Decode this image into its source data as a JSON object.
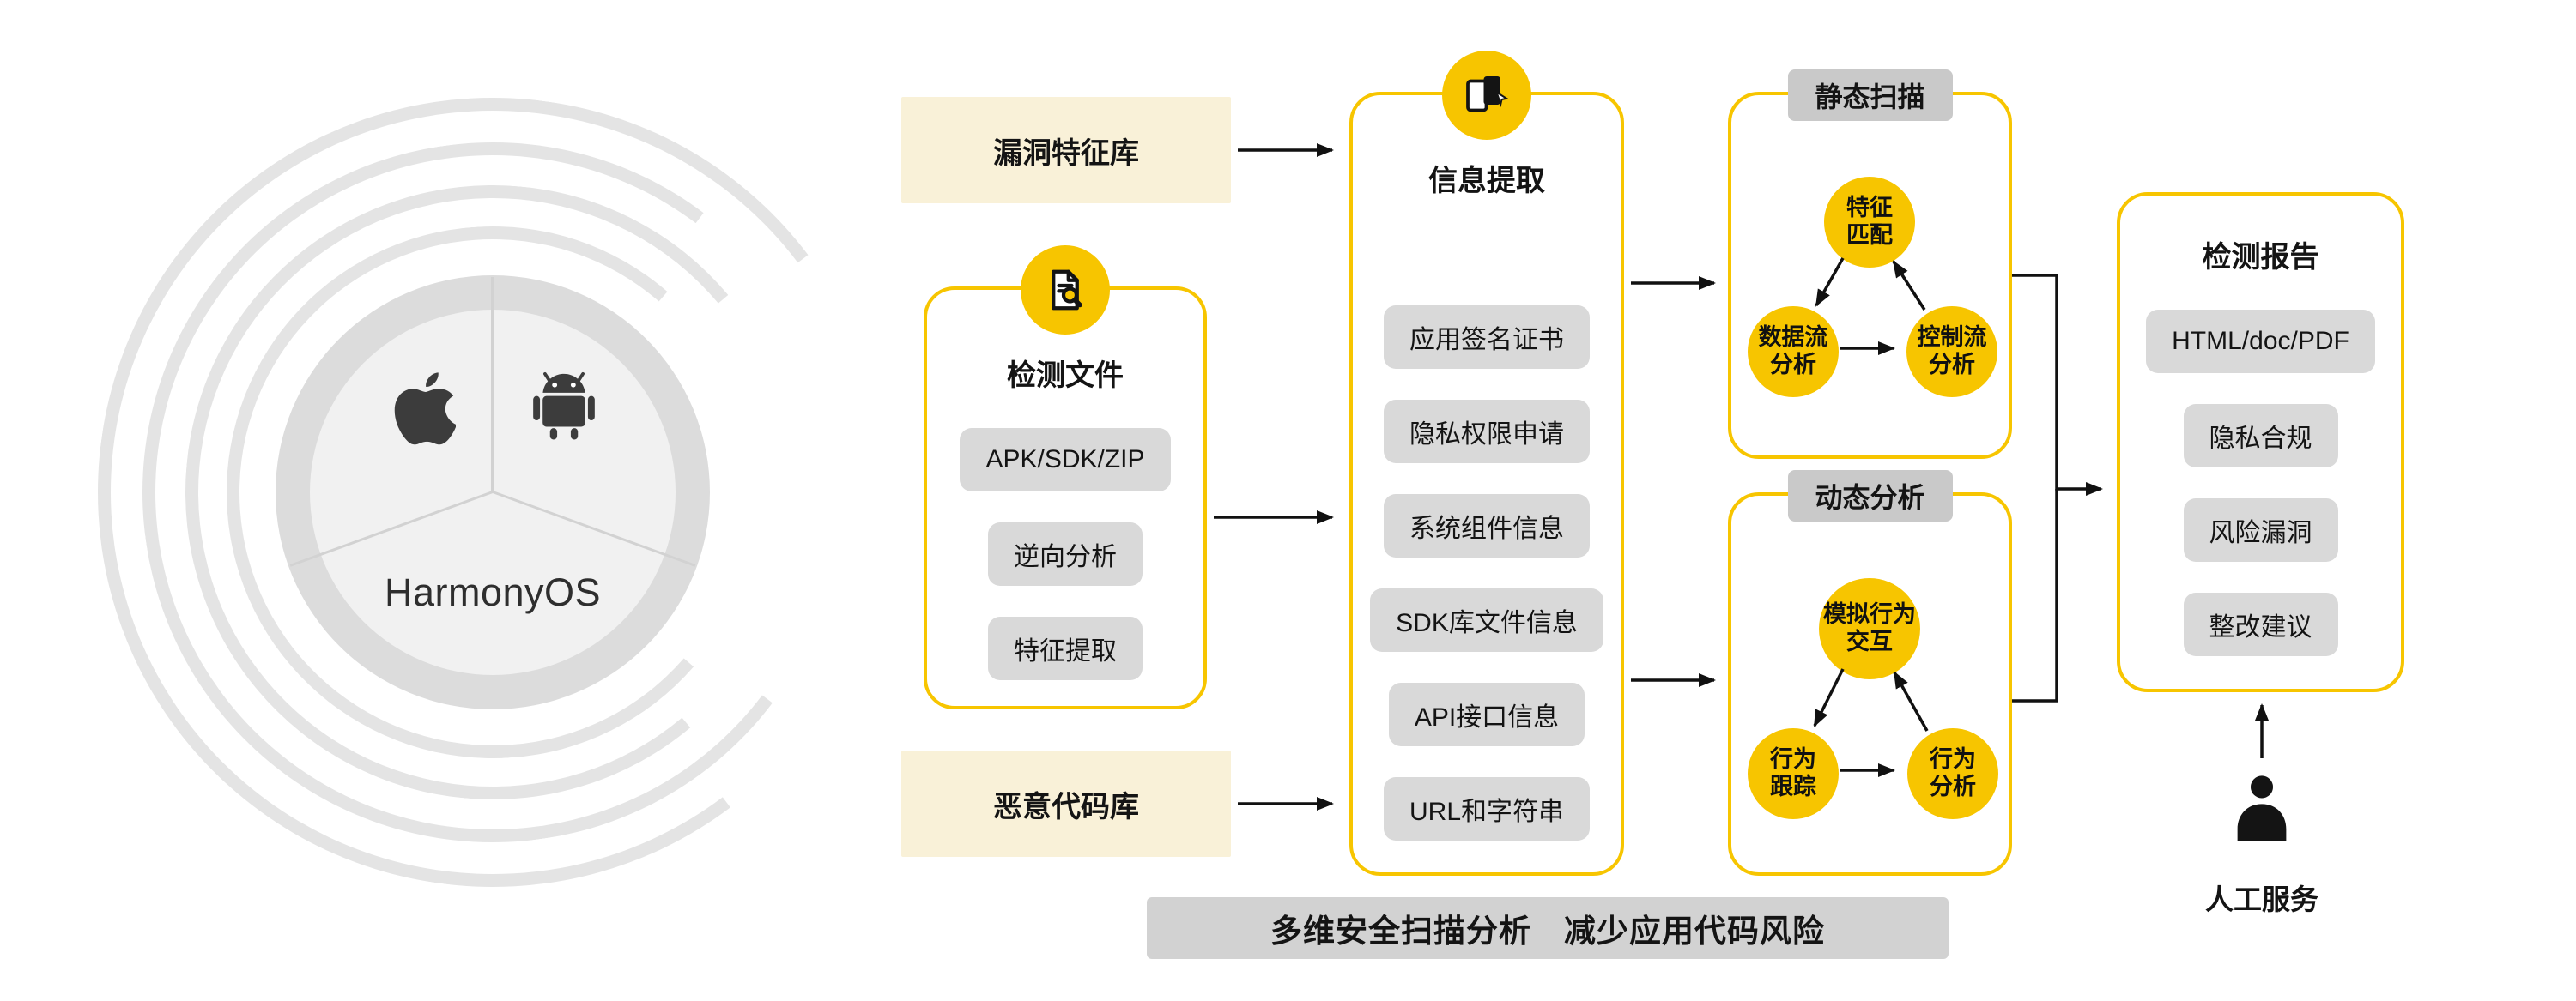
{
  "platform": {
    "brand": "HarmonyOS"
  },
  "libraries": {
    "vuln": "漏洞特征库",
    "malware": "恶意代码库"
  },
  "detect_file": {
    "title": "检测文件",
    "items": [
      "APK/SDK/ZIP",
      "逆向分析",
      "特征提取"
    ]
  },
  "info_extract": {
    "title": "信息提取",
    "items": [
      "应用签名证书",
      "隐私权限申请",
      "系统组件信息",
      "SDK库文件信息",
      "API接口信息",
      "URL和字符串"
    ]
  },
  "static_scan": {
    "title": "静态扫描",
    "nodes": [
      "特征\n匹配",
      "数据流\n分析",
      "控制流\n分析"
    ]
  },
  "dynamic_analysis": {
    "title": "动态分析",
    "nodes": [
      "模拟行为\n交互",
      "行为\n跟踪",
      "行为\n分析"
    ]
  },
  "report": {
    "title": "检测报告",
    "items": [
      "HTML/doc/PDF",
      "隐私合规",
      "风险漏洞",
      "整改建议"
    ]
  },
  "manual_service": {
    "label": "人工服务"
  },
  "footer": {
    "text": "多维安全扫描分析　减少应用代码风险"
  },
  "icons": {
    "apple": "apple-logo-icon",
    "android": "android-logo-icon",
    "detect": "file-scan-icon",
    "info": "device-extract-icon",
    "person": "person-icon"
  },
  "colors": {
    "accent_yellow": "#F7C500",
    "cream": "#F9F1D8",
    "pill_gray": "#D9D9D9",
    "tab_gray": "#C9C9C9",
    "arc_gray": "#E4E4E4"
  }
}
